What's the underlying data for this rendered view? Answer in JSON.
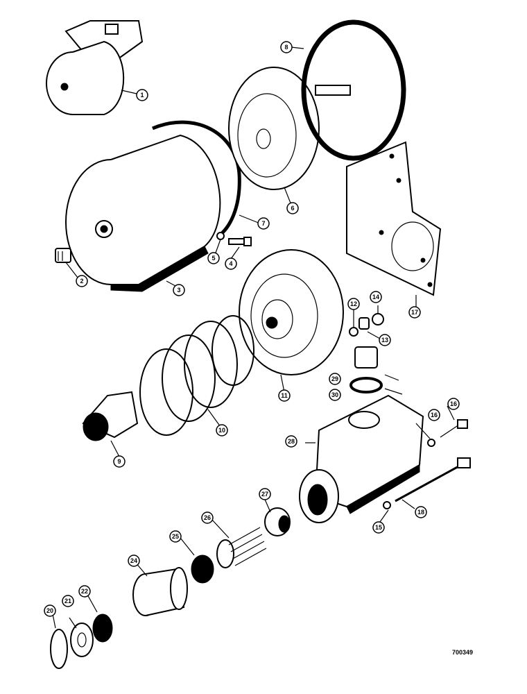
{
  "diagram": {
    "reference_code": "700349",
    "callouts": [
      {
        "id": "c1",
        "label": "1"
      },
      {
        "id": "c2",
        "label": "2"
      },
      {
        "id": "c3",
        "label": "3"
      },
      {
        "id": "c4",
        "label": "4"
      },
      {
        "id": "c5",
        "label": "5"
      },
      {
        "id": "c6",
        "label": "6"
      },
      {
        "id": "c7",
        "label": "7"
      },
      {
        "id": "c8",
        "label": "8"
      },
      {
        "id": "c9",
        "label": "9"
      },
      {
        "id": "c10",
        "label": "10"
      },
      {
        "id": "c11",
        "label": "11"
      },
      {
        "id": "c12",
        "label": "12"
      },
      {
        "id": "c13",
        "label": "13"
      },
      {
        "id": "c14",
        "label": "14"
      },
      {
        "id": "c15",
        "label": "15"
      },
      {
        "id": "c16a",
        "label": "16"
      },
      {
        "id": "c16b",
        "label": "16"
      },
      {
        "id": "c17",
        "label": "17"
      },
      {
        "id": "c18",
        "label": "18"
      },
      {
        "id": "c20",
        "label": "20"
      },
      {
        "id": "c21",
        "label": "21"
      },
      {
        "id": "c22",
        "label": "22"
      },
      {
        "id": "c24",
        "label": "24"
      },
      {
        "id": "c25",
        "label": "25"
      },
      {
        "id": "c26",
        "label": "26"
      },
      {
        "id": "c27",
        "label": "27"
      },
      {
        "id": "c28",
        "label": "28"
      },
      {
        "id": "c29",
        "label": "29"
      },
      {
        "id": "c30",
        "label": "30"
      }
    ]
  }
}
